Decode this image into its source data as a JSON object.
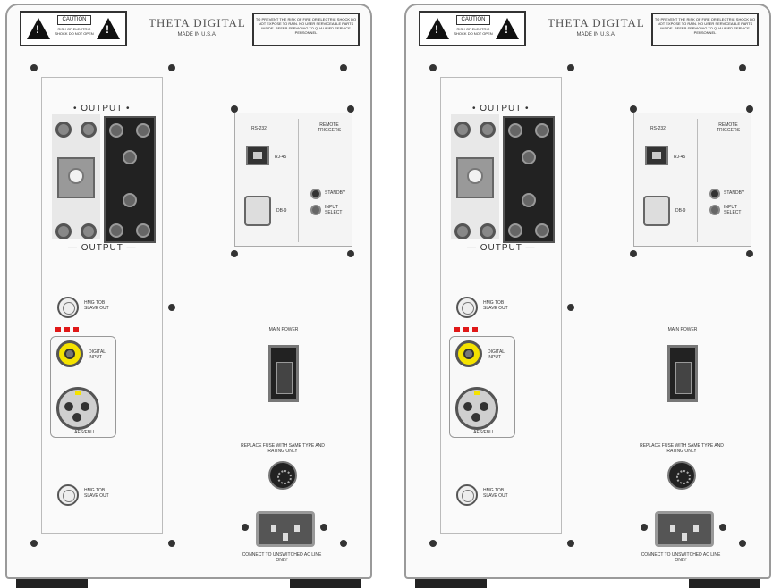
{
  "panels": [
    {
      "caution_label": "CAUTION",
      "caution_text": "RISK OF ELECTRIC SHOCK DO NOT OPEN",
      "brand": "THETA DIGITAL",
      "made_in": "MADE IN U.S.A.",
      "warning_text": "TO PREVENT THE RISK OF FIRE OR ELECTRIC SHOCK DO NOT EXPOSE TO RAIN. NO USER SERVICEABLE PARTS INSIDE. REFER SERVICING TO QUALIFIED SERVICE PERSONNEL",
      "output_top": "• OUTPUT •",
      "output_bottom": "— OUTPUT —",
      "rs232_label": "RS-232",
      "remote_label": "REMOTE TRIGGERS",
      "rj45_label": "RJ-45",
      "db9_label": "DB-9",
      "standby_label": "STANDBY",
      "input_select_label": "INPUT SELECT",
      "ground_top_label": "HMG TOB SLAVE OUT",
      "ground_bottom_label": "HMG TOB SLAVE OUT",
      "digital_label": "DIGITAL INPUT",
      "aes_label": "AES/EBU",
      "main_power_label": "MAIN POWER",
      "fuse_label": "REPLACE FUSE WITH SAME TYPE AND RATING ONLY",
      "connect_label": "CONNECT TO UNSWITCHED AC LINE ONLY"
    },
    {
      "caution_label": "CAUTION",
      "caution_text": "RISK OF ELECTRIC SHOCK DO NOT OPEN",
      "brand": "THETA DIGITAL",
      "made_in": "MADE IN U.S.A.",
      "warning_text": "TO PREVENT THE RISK OF FIRE OR ELECTRIC SHOCK DO NOT EXPOSE TO RAIN. NO USER SERVICEABLE PARTS INSIDE. REFER SERVICING TO QUALIFIED SERVICE PERSONNEL",
      "output_top": "• OUTPUT •",
      "output_bottom": "— OUTPUT —",
      "rs232_label": "RS-232",
      "remote_label": "REMOTE TRIGGERS",
      "rj45_label": "RJ-45",
      "db9_label": "DB-9",
      "standby_label": "STANDBY",
      "input_select_label": "INPUT SELECT",
      "ground_top_label": "HMG TOB SLAVE OUT",
      "ground_bottom_label": "HMG TOB SLAVE OUT",
      "digital_label": "DIGITAL INPUT",
      "aes_label": "AES/EBU",
      "main_power_label": "MAIN POWER",
      "fuse_label": "REPLACE FUSE WITH SAME TYPE AND RATING ONLY",
      "connect_label": "CONNECT TO UNSWITCHED AC LINE ONLY"
    }
  ],
  "colors": {
    "rca": "#f4e200",
    "led": "#e01818",
    "panel": "#fafafa"
  }
}
